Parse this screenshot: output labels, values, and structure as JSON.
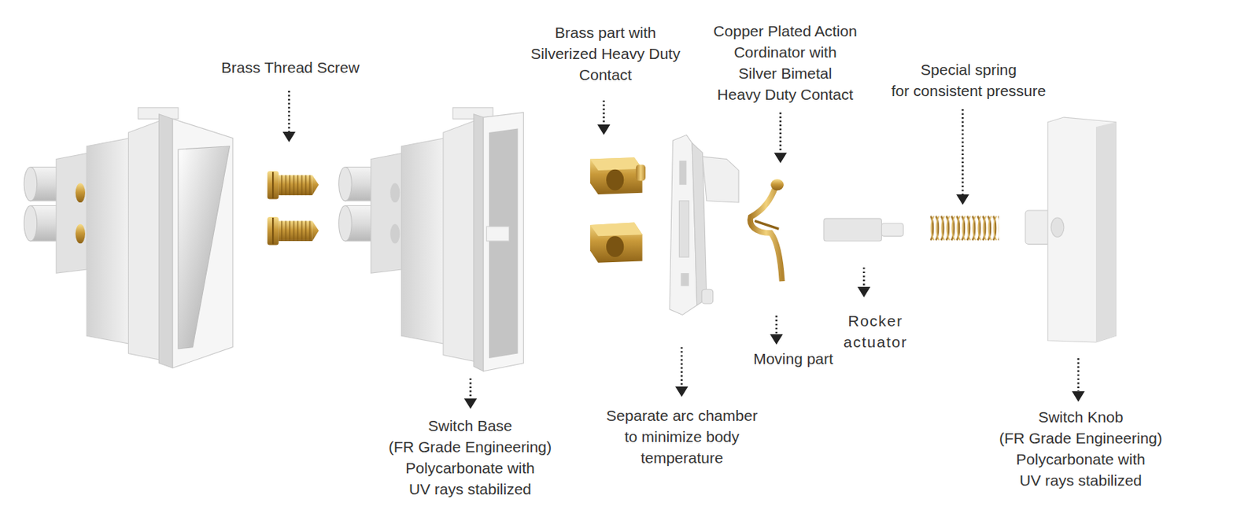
{
  "diagram": {
    "labels": [
      "Brass Thread Screw",
      "Brass part with Silverized Heavy Duty Contact",
      "Copper Plated Action Cordinator with Silver Bimetal Heavy Duty Contact",
      "Special spring for consistent pressure",
      "Rocker actuator",
      "Moving part",
      "Switch Base (FR Grade Engineering) Polycarbonate with UV rays stabilized",
      "Separate arc chamber to minimize body temperature",
      "Switch Knob (FR Grade Engineering) Polycarbonate with UV rays stabilized"
    ]
  }
}
